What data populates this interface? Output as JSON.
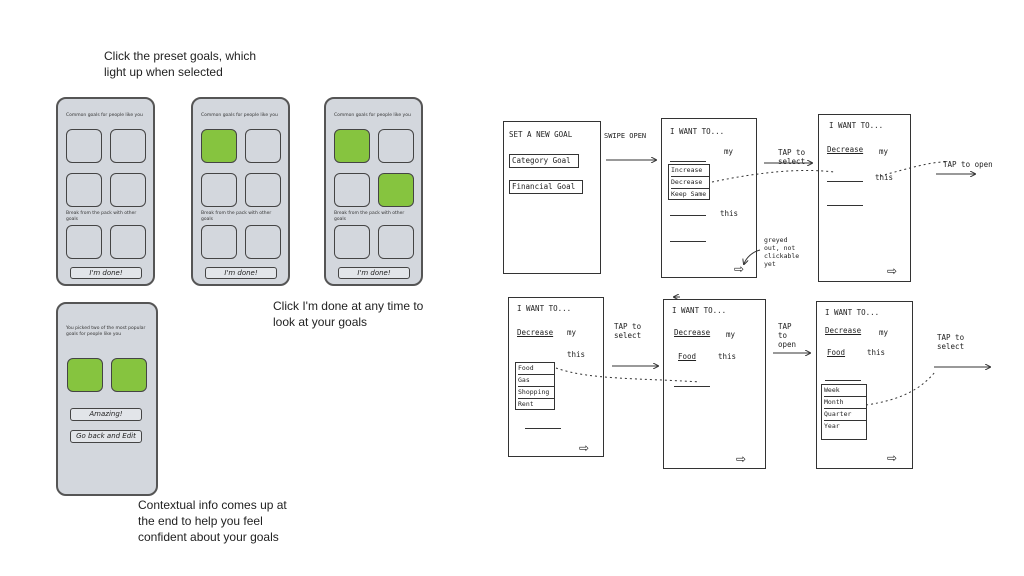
{
  "captions": {
    "preset": "Click the preset goals, which light up when selected",
    "done": "Click I'm done at any time to look at your goals",
    "contextual": "Contextual info comes up at the end to help you feel confident about your goals"
  },
  "phones": {
    "header1": "Common goals for people like you",
    "header2": "Break from the pack with other goals",
    "done_button": "I'm done!",
    "summary_header": "You picked two of the most popular goals for people like you",
    "amazing_button": "Amazing!",
    "go_back_button": "Go back and Edit"
  },
  "sketches": {
    "set_goal_title": "SET A NEW GOAL",
    "category_goal": "Category Goal",
    "financial_goal": "Financial Goal",
    "swipe_open": "SWIPE OPEN",
    "i_want_to": "I WANT TO...",
    "my": "my",
    "this": "this",
    "increase": "Increase",
    "decrease": "Decrease",
    "keep_same": "Keep Same",
    "greyed_note": "greyed out, not clickable yet",
    "tap_to_select": "TAP to select",
    "tap_to_open": "TAP to open",
    "food": "Food",
    "gas": "Gas",
    "shopping": "Shopping",
    "rent": "Rent",
    "week": "Week",
    "month": "Month",
    "quarter": "Quarter",
    "year": "Year",
    "arrow": "⇨"
  }
}
